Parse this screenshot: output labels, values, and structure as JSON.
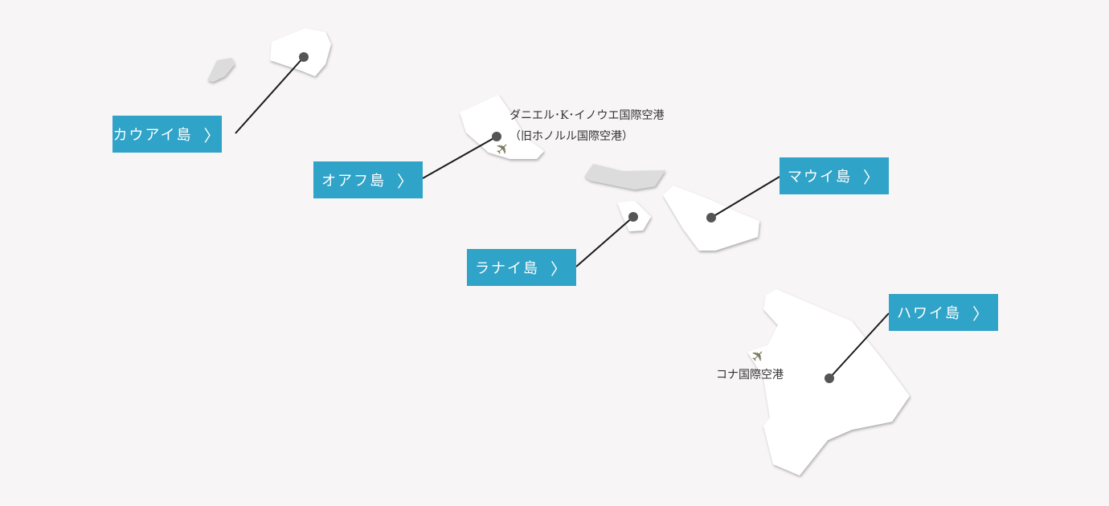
{
  "islands": [
    {
      "id": "kauai",
      "label": "カウアイ島"
    },
    {
      "id": "oahu",
      "label": "オアフ島"
    },
    {
      "id": "lanai",
      "label": "ラナイ島"
    },
    {
      "id": "maui",
      "label": "マウイ島"
    },
    {
      "id": "hawaii",
      "label": "ハワイ島"
    }
  ],
  "chevron": "〉",
  "airports": {
    "honolulu": {
      "line1": "ダニエル･K･イノウエ国際空港",
      "line2": "（旧ホノルル国際空港）",
      "icon": "airplane-icon"
    },
    "kona": {
      "line1": "コナ国際空港",
      "icon": "airplane-icon"
    }
  },
  "colors": {
    "button": "#30a3c8",
    "land": "#ffffff",
    "inactive_land": "#dcdcdc",
    "background": "#f7f5f6",
    "marker": "#555555"
  }
}
